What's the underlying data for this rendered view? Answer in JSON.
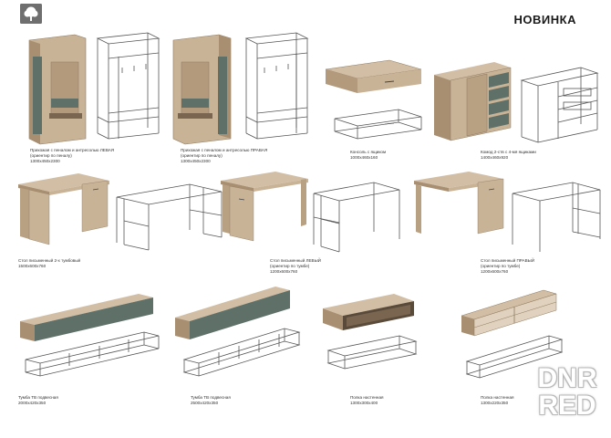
{
  "header": {
    "title": "НОВИНКА"
  },
  "products": [
    {
      "l1": "Прихожая с пеналом и антресолью ЛЕВАЯ",
      "l2": "(ориентир по пеналу)",
      "l3": "1300х450х2300"
    },
    {
      "l1": "Прихожая с пеналом и антресолью ПРАВАЯ",
      "l2": "(ориентир по пеналу)",
      "l3": "1300х450х2300"
    },
    {
      "l1": "Консоль с ящиком",
      "l2": "1000х460х160",
      "l3": ""
    },
    {
      "l1": "Комод 2-ств с 4-мя ящиками",
      "l2": "1400х460х920",
      "l3": ""
    },
    {
      "l1": "Стол письменный 2-х тумбовый",
      "l2": "1500х600х760",
      "l3": ""
    },
    {
      "l1": "Стол письменный ЛЕВЫЙ",
      "l2": "(ориентир по тумбе)",
      "l3": "1200х600х760"
    },
    {
      "l1": "Стол письменный ПРАВЫЙ",
      "l2": "(ориентир по тумбе)",
      "l3": "1200х600х760"
    },
    {
      "l1": "Тумба ТВ подвесная",
      "l2": "2000х420х350",
      "l3": ""
    },
    {
      "l1": "Тумба ТВ подвесная",
      "l2": "2500х420х350",
      "l3": ""
    },
    {
      "l1": "Полка настенная",
      "l2": "1300х300х400",
      "l3": ""
    },
    {
      "l1": "Полка настенная",
      "l2": "1300х220х350",
      "l3": ""
    }
  ],
  "watermark": {
    "line1": "DNR",
    "line2": "RED"
  },
  "colors": {
    "wood": "#c8b195",
    "wood_dark": "#a88f72",
    "accent": "#5d6f67",
    "frame": "#555555"
  }
}
